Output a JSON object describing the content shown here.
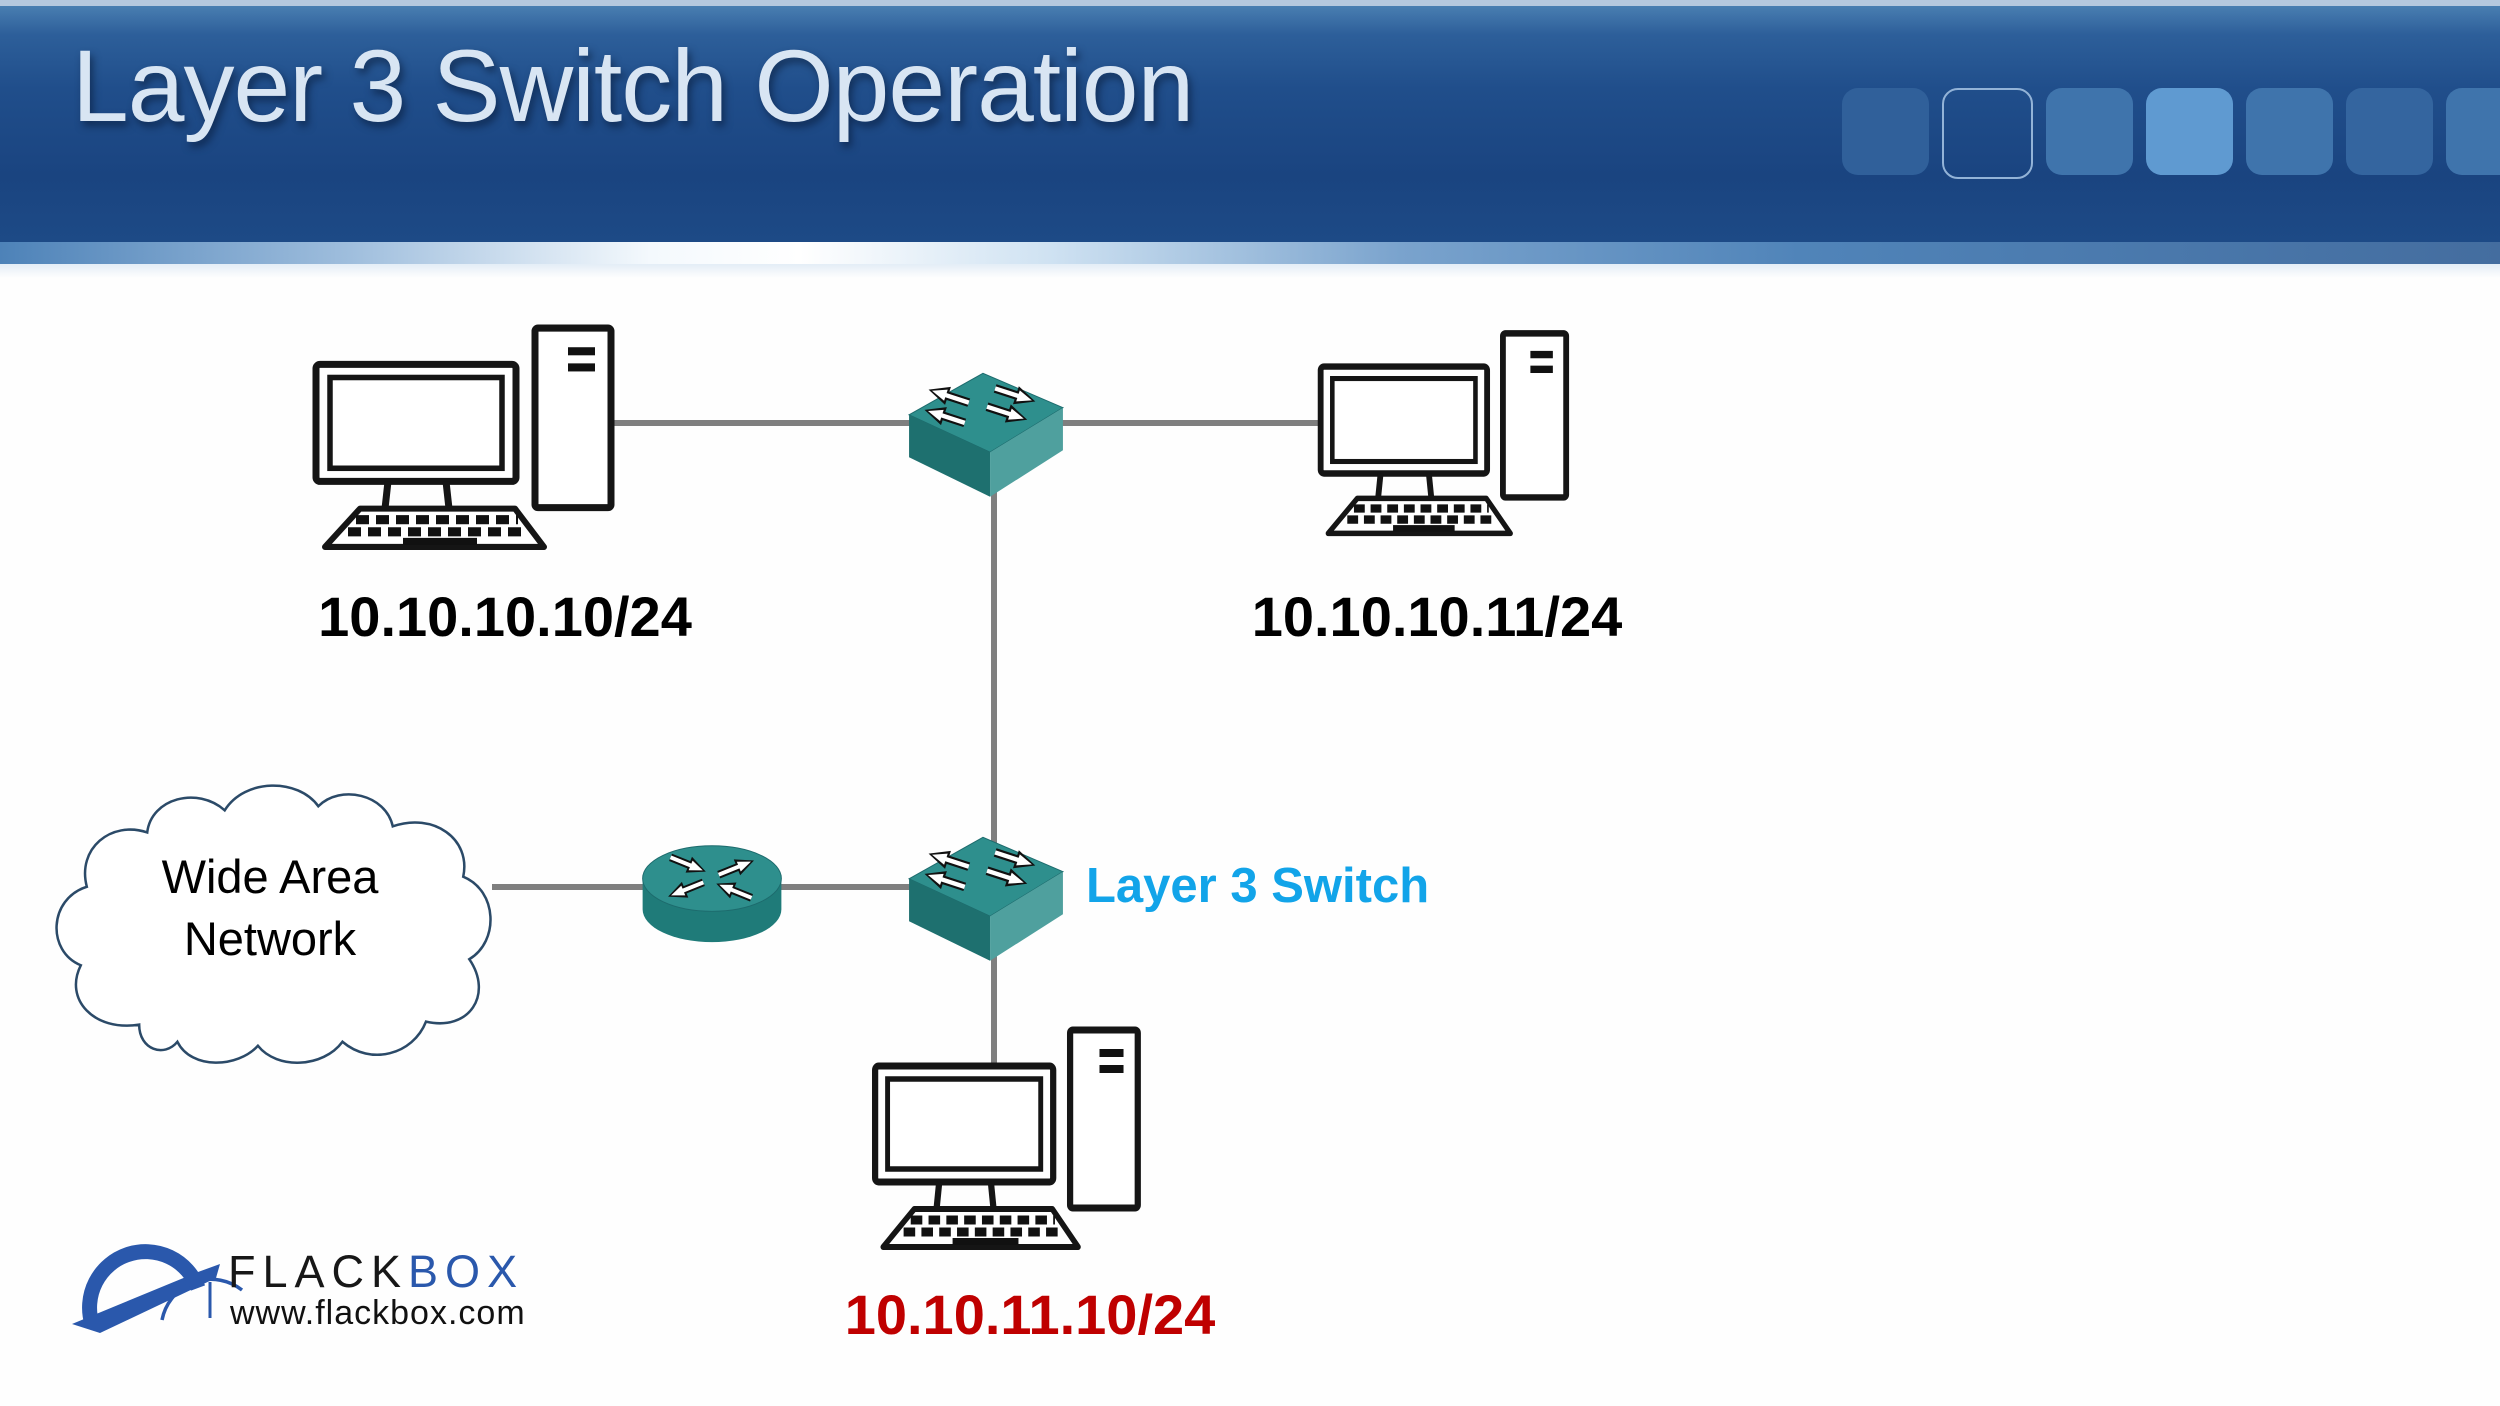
{
  "header": {
    "title": "Layer 3 Switch Operation"
  },
  "diagram": {
    "pc_top_left": {
      "ip": "10.10.10.10/24"
    },
    "pc_top_right": {
      "ip": "10.10.10.11/24"
    },
    "pc_bottom": {
      "ip": "10.10.11.10/24"
    },
    "wan_cloud": {
      "line1": "Wide Area",
      "line2": "Network"
    },
    "layer3_switch": {
      "label": "Layer 3 Switch"
    }
  },
  "branding": {
    "name_primary": "FLACK",
    "name_secondary": "BOX",
    "website": "www.flackbox.com"
  },
  "colors": {
    "banner_blue": "#1d4b88",
    "accent_cyan": "#12a4e9",
    "label_red": "#bf0000",
    "device_teal": "#2e8f8d",
    "line_gray": "#7f7f7f",
    "logo_blue": "#2a58ac"
  }
}
